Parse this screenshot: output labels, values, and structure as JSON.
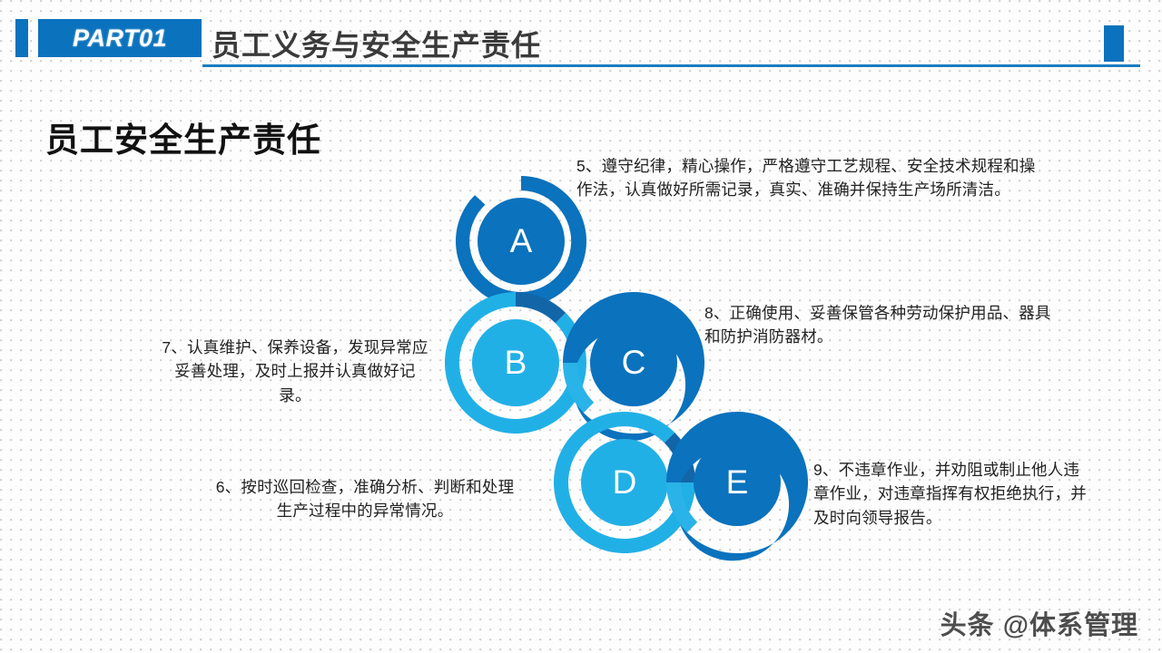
{
  "slide": {
    "background_color": "#fdfdfd",
    "dot_pattern": true
  },
  "theme": {
    "dark_blue": "#0b72bd",
    "mid_blue": "#1a7cc2",
    "cyan": "#21b0e6",
    "title_gray": "#3a3a3a",
    "body_text": "#222222"
  },
  "header": {
    "badge_label": "PART01",
    "title": "员工义务与安全生产责任"
  },
  "section": {
    "title": "员工安全生产责任"
  },
  "diagram": {
    "type": "interlocking-spiral-chain",
    "nodes": [
      {
        "id": "A",
        "label": "A",
        "color": "#0b72bd",
        "ring_color": "#0b72bd"
      },
      {
        "id": "B",
        "label": "B",
        "color": "#21b0e6",
        "ring_color": "#21b0e6"
      },
      {
        "id": "C",
        "label": "C",
        "color": "#0b72bd",
        "ring_color": "#0b72bd"
      },
      {
        "id": "D",
        "label": "D",
        "color": "#21b0e6",
        "ring_color": "#21b0e6"
      },
      {
        "id": "E",
        "label": "E",
        "color": "#0b72bd",
        "ring_color": "#0b72bd"
      }
    ]
  },
  "items": [
    {
      "number": "5",
      "node": "A",
      "text": "5、遵守纪律，精心操作，严格遵守工艺规程、安全技术规程和操作法，认真做好所需记录，真实、准确并保持生产场所清洁。"
    },
    {
      "number": "7",
      "node": "B",
      "text": "7、认真维护、保养设备，发现异常应妥善处理，及时上报并认真做好记录。"
    },
    {
      "number": "8",
      "node": "C",
      "text": "8、正确使用、妥善保管各种劳动保护用品、器具和防护消防器材。"
    },
    {
      "number": "6",
      "node": "D",
      "text": "6、按时巡回检查，准确分析、判断和处理生产过程中的异常情况。"
    },
    {
      "number": "9",
      "node": "E",
      "text": "9、不违章作业，并劝阻或制止他人违章作业，对违章指挥有权拒绝执行，并及时向领导报告。"
    }
  ],
  "watermark": {
    "text": "头条 @体系管理"
  }
}
